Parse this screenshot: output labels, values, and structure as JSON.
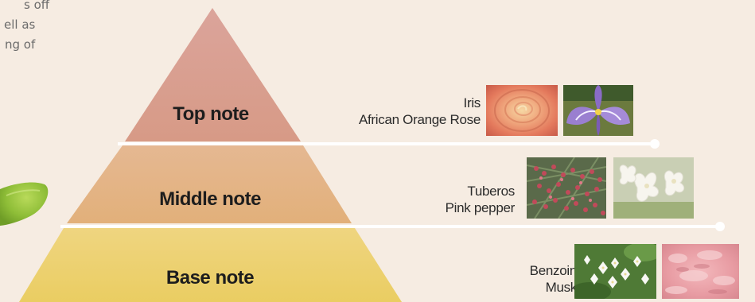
{
  "intro_lines": [
    "s off",
    "ell as",
    "ng of"
  ],
  "tiers": [
    {
      "label": "Top note",
      "ingredients": [
        "Iris",
        "African Orange Rose"
      ],
      "color": "#d89a8c",
      "photos": [
        "orange-rose-photo",
        "iris-flower-photo"
      ]
    },
    {
      "label": "Middle note",
      "ingredients": [
        "Tuberos",
        "Pink pepper"
      ],
      "color": "#e3b484",
      "photos": [
        "pink-pepper-photo",
        "tuberose-flower-photo"
      ]
    },
    {
      "label": "Base note",
      "ingredients": [
        "Benzoin",
        "Musk"
      ],
      "color": "#ecd06a",
      "photos": [
        "benzoin-flower-photo",
        "musk-texture-photo"
      ]
    }
  ],
  "colors": {
    "background": "#f6ece2",
    "divider": "#ffffff",
    "leaf": "#8fbe38"
  }
}
